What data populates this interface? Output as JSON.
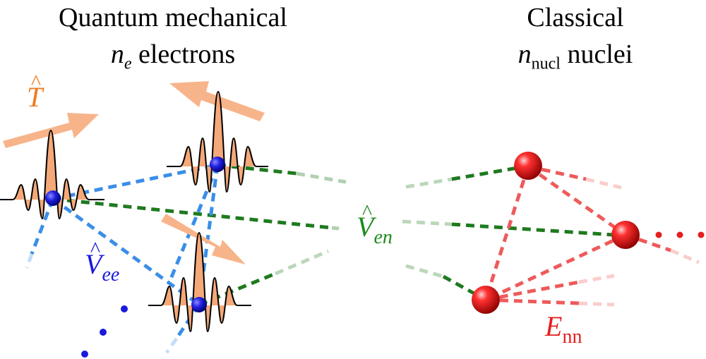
{
  "left_heading": {
    "line1": "Quantum mechanical",
    "symbol": "n",
    "symbol_sub": "e",
    "line2_rest": " electrons"
  },
  "right_heading": {
    "line1": "Classical",
    "symbol": "n",
    "symbol_sub": "nucl",
    "line2_rest": " nuclei"
  },
  "labels": {
    "kinetic": {
      "symbol": "T",
      "hat": "^"
    },
    "electron_electron": {
      "symbol": "V",
      "hat": "^",
      "sub": "ee"
    },
    "electron_nuclear": {
      "symbol": "V",
      "hat": "^",
      "sub": "en"
    },
    "nuclear_nuclear": {
      "symbol": "E",
      "sub": "nn"
    }
  },
  "colors": {
    "kinetic_label": "#f07a1e",
    "arrow_fill": "#f7b48a",
    "wavepacket_fill": "#f5a878",
    "electron": "#1a1adc",
    "electron_electron_line": "#3a8ee8",
    "electron_nuclear_line": "#1e7a1e",
    "nucleus": "#e51e1e",
    "nuclear_nuclear_line": "#ee5a5a",
    "electron_electron_label": "#1a1adc",
    "electron_nuclear_label": "#1e8a1e",
    "nuclear_nuclear_label": "#e51e1e"
  }
}
